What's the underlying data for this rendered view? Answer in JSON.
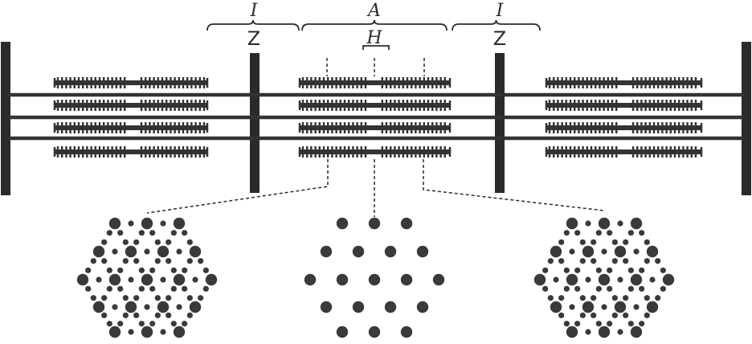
{
  "labels": {
    "i_left": "I",
    "z_left": "Z",
    "a_band": "A",
    "h_zone": "H",
    "i_right": "I",
    "z_right": "Z"
  },
  "colors": {
    "ink": "#2a2a2a",
    "filament": "#333333",
    "dot": "#3a3a3a"
  }
}
